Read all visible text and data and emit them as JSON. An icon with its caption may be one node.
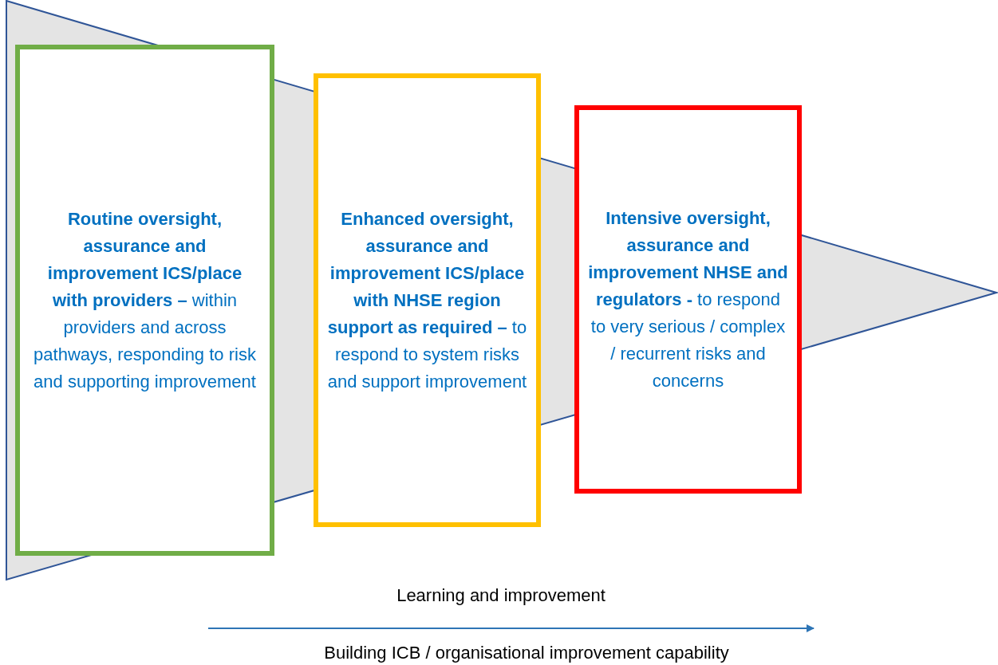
{
  "diagram": {
    "nodes": [
      {
        "text": [
          "**Routine oversight, assurance and improvement ICS/place with providers –** within providers and across pathways, responding to risk and supporting improvement"
        ]
      },
      {
        "text": [
          "**Enhanced oversight, assurance and improvement ICS/place with NHSE region support as required –** to respond to system risks and support improvement"
        ]
      },
      {
        "text": [
          "**Intensive oversight, assurance and improvement NHSE and regulators -** to respond to very serious / complex / recurrent risks and concerns"
        ]
      }
    ],
    "edges": [],
    "labels": [
      "Learning and improvement",
      "Building ICB / organisational improvement capability"
    ]
  }
}
